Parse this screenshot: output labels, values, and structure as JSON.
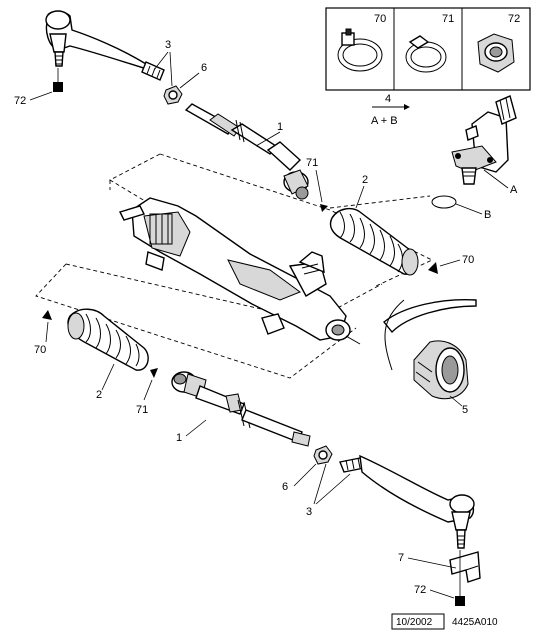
{
  "labels": {
    "tie_rod_end": "72",
    "adjust_nut": "3",
    "locknut": "6",
    "tie_rod": "1",
    "clip_71": "71",
    "boot": "2",
    "clamp_70": "70",
    "bush": "5",
    "bracket": "7",
    "seal_a": "A",
    "seal_b": "B"
  },
  "inset": {
    "items": [
      {
        "label": "70",
        "icon": "clamp-band-icon"
      },
      {
        "label": "71",
        "icon": "clip-ring-icon"
      },
      {
        "label": "72",
        "icon": "hex-nut-icon"
      }
    ],
    "step_number": "4",
    "step_text": "A + B"
  },
  "footer": {
    "date": "10/2002",
    "ref": "4425A010"
  }
}
